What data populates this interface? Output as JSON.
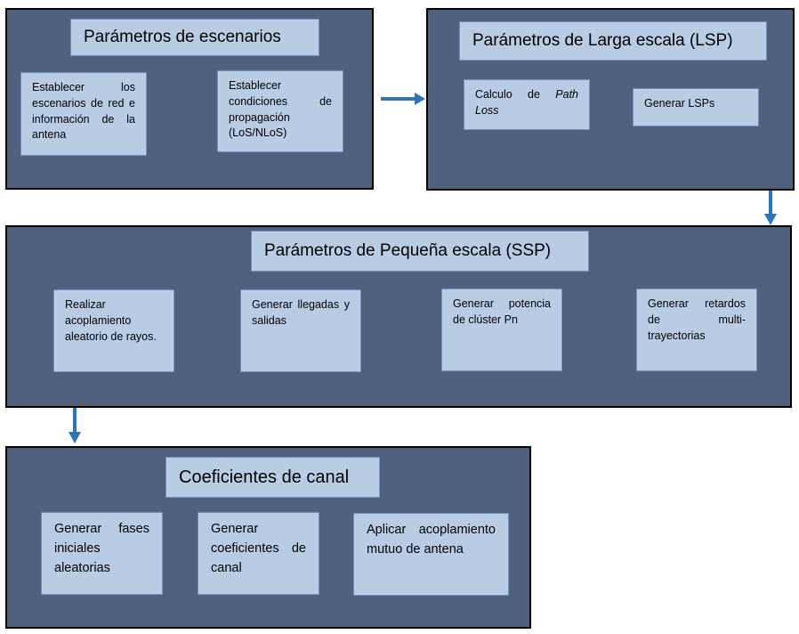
{
  "diagram": {
    "panel_color": "#506180",
    "box_color": "#b8cce4",
    "arrow_color": "#2e75b6",
    "escenarios": {
      "title": "Parámetros de escenarios",
      "steps": [
        "Establecer los escenarios de red e información de la antena",
        "Establecer condiciones de propagación (LoS/NLoS)"
      ]
    },
    "lsp": {
      "title": "Parámetros de Larga escala (LSP)",
      "step1_prefix": "Calculo de ",
      "step1_italic": "Path Loss",
      "step2": "Generar LSPs"
    },
    "ssp": {
      "title": "Parámetros de Pequeña escala (SSP)",
      "steps": [
        "Realizar acoplamiento aleatorio de rayos.",
        "Generar llegadas y salidas",
        "Generar potencia de clúster Pn",
        "Generar retardos de multi-trayectorias"
      ]
    },
    "canal": {
      "title": "Coeficientes de canal",
      "steps": [
        "Generar fases iniciales aleatorias",
        "Generar coeficientes de canal",
        "Aplicar acoplamiento mutuo de antena"
      ]
    }
  }
}
